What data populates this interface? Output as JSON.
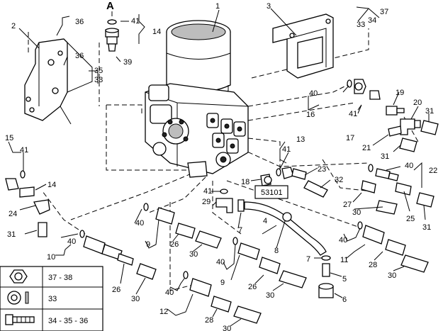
{
  "section_marker": "A",
  "reference_box": "53101",
  "callouts": {
    "c1": "1",
    "c2": "2",
    "c3": "3",
    "c4": "4",
    "c5": "5",
    "c6": "6",
    "c7": "7",
    "c8": "8",
    "c9": "9",
    "c10": "10",
    "c11": "11",
    "c12": "12",
    "c13": "13",
    "c14": "14",
    "c15": "15",
    "c16": "16",
    "c17": "17",
    "c18": "18",
    "c19": "19",
    "c20": "20",
    "c21": "21",
    "c22": "22",
    "c23": "23",
    "c24": "24",
    "c25": "25",
    "c26": "26",
    "c27": "27",
    "c28": "28",
    "c29": "29",
    "c30": "30",
    "c31": "31",
    "c32": "32",
    "c33": "33",
    "c34": "34",
    "c35": "35",
    "c36": "36",
    "c37": "37",
    "c38": "38",
    "c39": "39",
    "c40": "40",
    "c41": "41"
  },
  "legend": [
    {
      "icon": "hex-nut-icon",
      "label": "37 - 38"
    },
    {
      "icon": "washer-icon",
      "label": "33"
    },
    {
      "icon": "bolt-icon",
      "label": "34 - 35 - 36"
    }
  ]
}
